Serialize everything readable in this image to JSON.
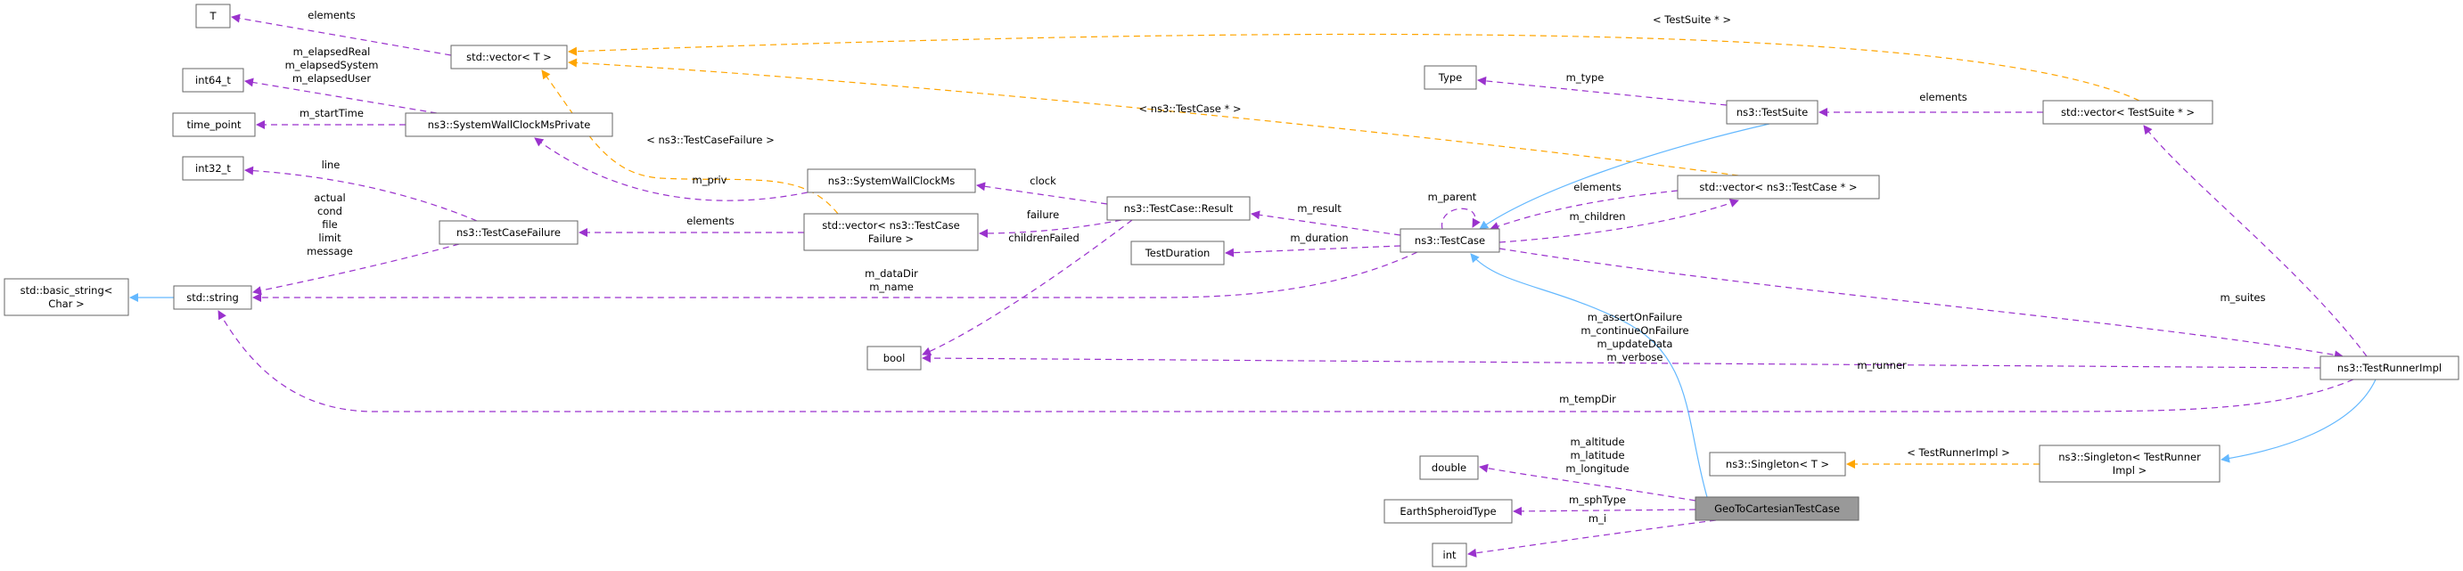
{
  "colors": {
    "usage": "#9a32cd",
    "template": "#ffa500",
    "inheritance": "#63b8ff",
    "node_border": "#666666",
    "highlight_fill": "#999999"
  },
  "nodes": [
    {
      "id": "T",
      "lines": [
        "T"
      ]
    },
    {
      "id": "vectorT",
      "lines": [
        "std::vector< T >"
      ]
    },
    {
      "id": "int64",
      "lines": [
        "int64_t"
      ]
    },
    {
      "id": "timepoint",
      "lines": [
        "time_point"
      ]
    },
    {
      "id": "swcmp",
      "lines": [
        "ns3::SystemWallClockMsPrivate"
      ]
    },
    {
      "id": "int32",
      "lines": [
        "int32_t"
      ]
    },
    {
      "id": "tcf",
      "lines": [
        "ns3::TestCaseFailure"
      ]
    },
    {
      "id": "basicstring",
      "lines": [
        "std::basic_string<",
        "Char >"
      ]
    },
    {
      "id": "string",
      "lines": [
        "std::string"
      ]
    },
    {
      "id": "bool",
      "lines": [
        "bool"
      ]
    },
    {
      "id": "swcm",
      "lines": [
        "ns3::SystemWallClockMs"
      ]
    },
    {
      "id": "vectorTCF",
      "lines": [
        "std::vector< ns3::TestCase",
        "Failure >"
      ]
    },
    {
      "id": "result",
      "lines": [
        "ns3::TestCase::Result"
      ]
    },
    {
      "id": "duration",
      "lines": [
        "TestDuration"
      ]
    },
    {
      "id": "testcase",
      "lines": [
        "ns3::TestCase"
      ]
    },
    {
      "id": "type",
      "lines": [
        "Type"
      ]
    },
    {
      "id": "testsuite",
      "lines": [
        "ns3::TestSuite"
      ]
    },
    {
      "id": "vectorTC",
      "lines": [
        "std::vector< ns3::TestCase * >"
      ]
    },
    {
      "id": "vectorTS",
      "lines": [
        "std::vector< TestSuite * >"
      ]
    },
    {
      "id": "runner",
      "lines": [
        "ns3::TestRunnerImpl"
      ]
    },
    {
      "id": "singletonT",
      "lines": [
        "ns3::Singleton< T >"
      ]
    },
    {
      "id": "singletonTRI",
      "lines": [
        "ns3::Singleton< TestRunner",
        "Impl >"
      ]
    },
    {
      "id": "double",
      "lines": [
        "double"
      ]
    },
    {
      "id": "spheroid",
      "lines": [
        "EarthSpheroidType"
      ]
    },
    {
      "id": "int",
      "lines": [
        "int"
      ]
    },
    {
      "id": "geo",
      "lines": [
        "GeoToCartesianTestCase"
      ],
      "highlighted": true
    }
  ],
  "edges": [
    {
      "from": "vectorT",
      "to": "T",
      "kind": "usage",
      "label": [
        "elements"
      ]
    },
    {
      "from": "swcmp",
      "to": "int64",
      "kind": "usage",
      "label": [
        "m_elapsedReal",
        "m_elapsedSystem",
        "m_elapsedUser"
      ]
    },
    {
      "from": "swcmp",
      "to": "timepoint",
      "kind": "usage",
      "label": [
        "m_startTime"
      ]
    },
    {
      "from": "tcf",
      "to": "int32",
      "kind": "usage",
      "label": [
        "line"
      ]
    },
    {
      "from": "tcf",
      "to": "string",
      "kind": "usage",
      "label": [
        "actual",
        "cond",
        "file",
        "limit",
        "message"
      ]
    },
    {
      "from": "string",
      "to": "basicstring",
      "kind": "inheritance",
      "label": []
    },
    {
      "from": "swcm",
      "to": "swcmp",
      "kind": "usage",
      "label": [
        "m_priv"
      ]
    },
    {
      "from": "vectorTCF",
      "to": "tcf",
      "kind": "usage",
      "label": [
        "elements"
      ]
    },
    {
      "from": "result",
      "to": "swcm",
      "kind": "usage",
      "label": [
        "clock"
      ]
    },
    {
      "from": "result",
      "to": "vectorTCF",
      "kind": "usage",
      "label": [
        "failure"
      ]
    },
    {
      "from": "result",
      "to": "bool",
      "kind": "usage",
      "label": [
        "childrenFailed"
      ]
    },
    {
      "from": "testcase",
      "to": "result",
      "kind": "usage",
      "label": [
        "m_result"
      ]
    },
    {
      "from": "testcase",
      "to": "duration",
      "kind": "usage",
      "label": [
        "m_duration"
      ]
    },
    {
      "from": "testcase",
      "to": "string",
      "kind": "usage",
      "label": [
        "m_dataDir",
        "m_name"
      ]
    },
    {
      "from": "testcase",
      "to": "testcase",
      "kind": "usage",
      "label": [
        "m_parent"
      ]
    },
    {
      "from": "vectorTC",
      "to": "testcase",
      "kind": "usage",
      "label": [
        "elements"
      ]
    },
    {
      "from": "testcase",
      "to": "vectorTC",
      "kind": "usage",
      "label": [
        "m_children"
      ]
    },
    {
      "from": "testcase",
      "to": "runner",
      "kind": "usage",
      "label": [
        "m_runner"
      ]
    },
    {
      "from": "runner",
      "to": "bool",
      "kind": "usage",
      "label": [
        "m_assertOnFailure",
        "m_continueOnFailure",
        "m_updateData",
        "m_verbose"
      ]
    },
    {
      "from": "runner",
      "to": "string",
      "kind": "usage",
      "label": [
        "m_tempDir"
      ]
    },
    {
      "from": "vectorTS",
      "to": "testsuite",
      "kind": "usage",
      "label": [
        "elements"
      ]
    },
    {
      "from": "testsuite",
      "to": "type",
      "kind": "usage",
      "label": [
        "m_type"
      ]
    },
    {
      "from": "runner",
      "to": "vectorTS",
      "kind": "usage",
      "label": [
        "m_suites"
      ]
    },
    {
      "from": "geo",
      "to": "double",
      "kind": "usage",
      "label": [
        "m_altitude",
        "m_latitude",
        "m_longitude"
      ]
    },
    {
      "from": "geo",
      "to": "spheroid",
      "kind": "usage",
      "label": [
        "m_sphType"
      ]
    },
    {
      "from": "geo",
      "to": "int",
      "kind": "usage",
      "label": [
        "m_i"
      ]
    },
    {
      "from": "vectorTS",
      "to": "vectorT",
      "kind": "template",
      "label": [
        "< TestSuite * >"
      ]
    },
    {
      "from": "vectorTC",
      "to": "vectorT",
      "kind": "template",
      "label": [
        "< ns3::TestCase * >"
      ]
    },
    {
      "from": "vectorTCF",
      "to": "vectorT",
      "kind": "template",
      "label": [
        "< ns3::TestCaseFailure >"
      ]
    },
    {
      "from": "singletonTRI",
      "to": "singletonT",
      "kind": "template",
      "label": [
        "< TestRunnerImpl >"
      ]
    },
    {
      "from": "testsuite",
      "to": "testcase",
      "kind": "inheritance",
      "label": []
    },
    {
      "from": "geo",
      "to": "testcase",
      "kind": "inheritance",
      "label": []
    },
    {
      "from": "runner",
      "to": "singletonTRI",
      "kind": "inheritance",
      "label": []
    }
  ]
}
